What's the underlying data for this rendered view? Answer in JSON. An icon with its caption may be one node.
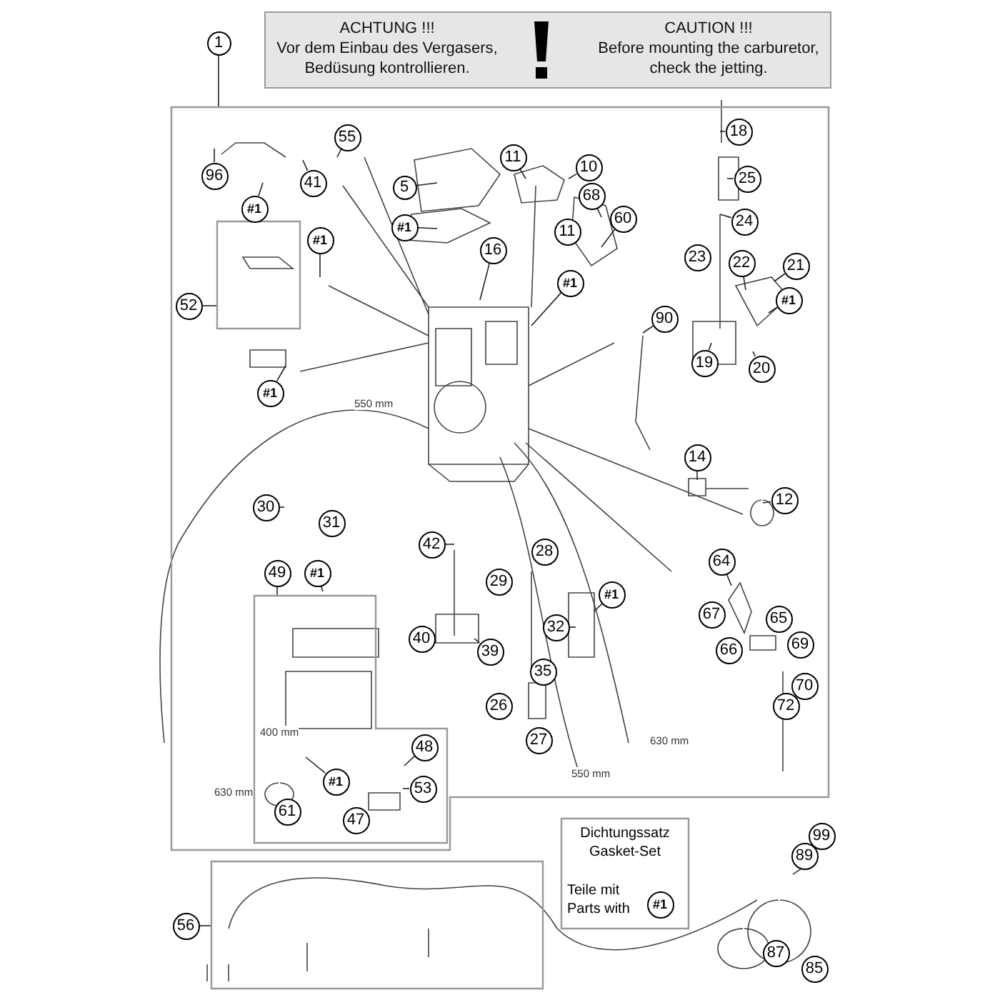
{
  "diagram": {
    "nodes": [
      {
        "text": [
          "ACHTUNG !!!",
          "Vor dem Einbau des Vergasers, Bedüsung kontrollieren.",
          "CAUTION !!!",
          "Before mounting the carburetor, check the jetting."
        ]
      },
      {
        "text": [],
        "shape": "box"
      },
      {
        "text": [],
        "shape": "box",
        "in": 1
      },
      {
        "text": [],
        "shape": "box",
        "in": 1
      },
      {
        "text": [],
        "shape": "box"
      },
      {
        "text": [
          "Dichtungssatz Gasket-Set",
          "Teile mit Parts with"
        ]
      },
      {
        "text": [
          "1"
        ]
      },
      {
        "text": [
          "96"
        ],
        "in": 1
      },
      {
        "text": [
          "55"
        ],
        "in": 1
      },
      {
        "text": [
          "41"
        ],
        "in": 1
      },
      {
        "text": [
          "#1"
        ],
        "in": 1
      },
      {
        "text": [
          "5"
        ],
        "in": 1
      },
      {
        "text": [
          "#1"
        ],
        "in": 1
      },
      {
        "text": [
          "11"
        ],
        "in": 1
      },
      {
        "text": [
          "10"
        ],
        "in": 1
      },
      {
        "text": [
          "68"
        ],
        "in": 1
      },
      {
        "text": [
          "60"
        ],
        "in": 1
      },
      {
        "text": [
          "11"
        ],
        "in": 1
      },
      {
        "text": [
          "16"
        ],
        "in": 1
      },
      {
        "text": [
          "#1"
        ],
        "in": 1
      },
      {
        "text": [
          "#1"
        ],
        "in": 1
      },
      {
        "text": [
          "52"
        ],
        "in": 1
      },
      {
        "text": [
          "#1"
        ],
        "in": 1
      },
      {
        "text": [
          "18"
        ],
        "in": 1
      },
      {
        "text": [
          "25"
        ],
        "in": 1
      },
      {
        "text": [
          "24"
        ],
        "in": 1
      },
      {
        "text": [
          "23"
        ],
        "in": 1
      },
      {
        "text": [
          "22"
        ],
        "in": 1
      },
      {
        "text": [
          "21"
        ],
        "in": 1
      },
      {
        "text": [
          "90"
        ],
        "in": 1
      },
      {
        "text": [
          "#1"
        ],
        "in": 1
      },
      {
        "text": [
          "19"
        ],
        "in": 1
      },
      {
        "text": [
          "20"
        ],
        "in": 1
      },
      {
        "text": [
          "14"
        ],
        "in": 1
      },
      {
        "text": [
          "12"
        ],
        "in": 1
      },
      {
        "text": [
          "30"
        ],
        "in": 1
      },
      {
        "text": [
          "31"
        ],
        "in": 1
      },
      {
        "text": [
          "42"
        ],
        "in": 1
      },
      {
        "text": [
          "28"
        ],
        "in": 1
      },
      {
        "text": [
          "29"
        ],
        "in": 1
      },
      {
        "text": [
          "64"
        ],
        "in": 1
      },
      {
        "text": [
          "49"
        ],
        "in": 1
      },
      {
        "text": [
          "#1"
        ],
        "in": 1
      },
      {
        "text": [
          "#1"
        ],
        "in": 1
      },
      {
        "text": [
          "67"
        ],
        "in": 1
      },
      {
        "text": [
          "32"
        ],
        "in": 1
      },
      {
        "text": [
          "65"
        ],
        "in": 1
      },
      {
        "text": [
          "40"
        ],
        "in": 1
      },
      {
        "text": [
          "39"
        ],
        "in": 1
      },
      {
        "text": [
          "66"
        ],
        "in": 1
      },
      {
        "text": [
          "69"
        ],
        "in": 1
      },
      {
        "text": [
          "35"
        ],
        "in": 1
      },
      {
        "text": [
          "70"
        ],
        "in": 1
      },
      {
        "text": [
          "26"
        ],
        "in": 1
      },
      {
        "text": [
          "72"
        ],
        "in": 1
      },
      {
        "text": [
          "27"
        ],
        "in": 1
      },
      {
        "text": [
          "48"
        ],
        "in": 2
      },
      {
        "text": [
          "#1"
        ],
        "in": 2
      },
      {
        "text": [
          "53"
        ],
        "in": 2
      },
      {
        "text": [
          "61"
        ],
        "in": 2
      },
      {
        "text": [
          "47"
        ],
        "in": 2
      },
      {
        "text": [
          "56"
        ]
      },
      {
        "text": [
          "99"
        ]
      },
      {
        "text": [
          "#1"
        ],
        "in": 5
      },
      {
        "text": [
          "89"
        ]
      },
      {
        "text": [
          "87"
        ]
      },
      {
        "text": [
          "85"
        ]
      }
    ],
    "edges": [
      {
        "from": 6,
        "to": 1,
        "arrow": "none"
      },
      {
        "from": 7,
        "to": null,
        "arrow": "none"
      },
      {
        "from": 8,
        "to": null,
        "arrow": "none"
      },
      {
        "from": 9,
        "to": null,
        "arrow": "none"
      },
      {
        "from": 10,
        "to": null,
        "arrow": "none"
      },
      {
        "from": 11,
        "to": null,
        "arrow": "none"
      },
      {
        "from": 12,
        "to": null,
        "arrow": "none"
      },
      {
        "from": 13,
        "to": null,
        "arrow": "none"
      },
      {
        "from": 14,
        "to": null,
        "arrow": "none"
      },
      {
        "from": 15,
        "to": null,
        "arrow": "none"
      },
      {
        "from": 16,
        "to": null,
        "arrow": "none"
      },
      {
        "from": 18,
        "to": null,
        "arrow": "none"
      },
      {
        "from": 19,
        "to": null,
        "arrow": "none"
      },
      {
        "from": 20,
        "to": null,
        "arrow": "none"
      },
      {
        "from": 21,
        "to": 3,
        "arrow": "none"
      },
      {
        "from": 22,
        "to": null,
        "arrow": "none"
      },
      {
        "from": 23,
        "to": null,
        "arrow": "none"
      },
      {
        "from": 24,
        "to": null,
        "arrow": "none"
      },
      {
        "from": 25,
        "to": null,
        "arrow": "none"
      },
      {
        "from": 27,
        "to": null,
        "arrow": "none"
      },
      {
        "from": 28,
        "to": null,
        "arrow": "none"
      },
      {
        "from": 29,
        "to": null,
        "arrow": "none"
      },
      {
        "from": 30,
        "to": null,
        "arrow": "none"
      },
      {
        "from": 31,
        "to": null,
        "arrow": "none"
      },
      {
        "from": 32,
        "to": null,
        "arrow": "none"
      },
      {
        "from": 33,
        "to": null,
        "arrow": "none"
      },
      {
        "from": 34,
        "to": null,
        "arrow": "none"
      },
      {
        "from": 35,
        "to": null,
        "arrow": "none"
      },
      {
        "from": 37,
        "to": null,
        "arrow": "none"
      },
      {
        "from": 40,
        "to": null,
        "arrow": "none"
      },
      {
        "from": 41,
        "to": 2,
        "arrow": "none"
      },
      {
        "from": 42,
        "to": null,
        "arrow": "none"
      },
      {
        "from": 43,
        "to": null,
        "arrow": "none"
      },
      {
        "from": 45,
        "to": null,
        "arrow": "none"
      },
      {
        "from": 48,
        "to": null,
        "arrow": "none"
      },
      {
        "from": 56,
        "to": null,
        "arrow": "none"
      },
      {
        "from": 57,
        "to": null,
        "arrow": "none"
      },
      {
        "from": 58,
        "to": null,
        "arrow": "none"
      },
      {
        "from": 61,
        "to": 4,
        "arrow": "none"
      }
    ],
    "labels": [
      "550 mm",
      "400 mm",
      "630 mm",
      "630 mm",
      "550 mm"
    ]
  }
}
